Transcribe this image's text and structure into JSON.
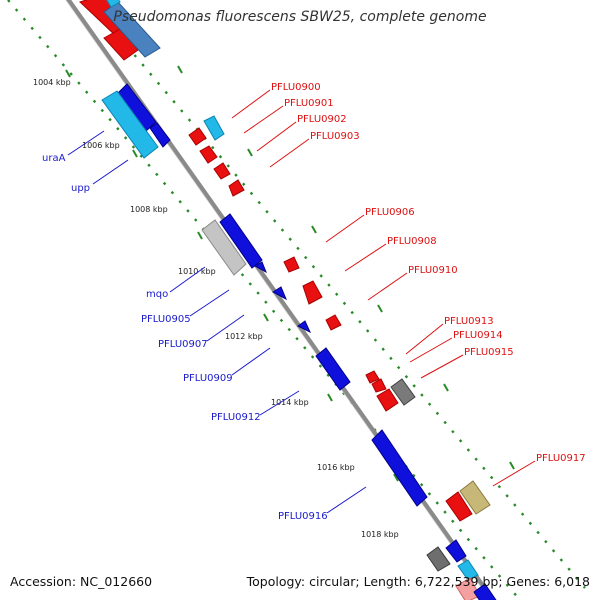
{
  "title": "Pseudomonas fluorescens SBW25, complete genome",
  "accession": "Accession: NC_012660",
  "topology": "Topology: circular; Length: 6,722,539 bp; Genes: 6,018",
  "colors": {
    "backbone": "#8c8c8c",
    "plus_strand_label": "#dd1111",
    "minus_strand_label": "#1a1acc",
    "gc_dots": "#2a8a2a",
    "tick": "#2a8a2a"
  },
  "ruler": [
    {
      "label": "1004 kbp"
    },
    {
      "label": "1006 kbp"
    },
    {
      "label": "1008 kbp"
    },
    {
      "label": "1010 kbp"
    },
    {
      "label": "1012 kbp"
    },
    {
      "label": "1014 kbp"
    },
    {
      "label": "1016 kbp"
    },
    {
      "label": "1018 kbp"
    }
  ],
  "plus_strand_genes": [
    {
      "label": "PFLU0900"
    },
    {
      "label": "PFLU0901"
    },
    {
      "label": "PFLU0902"
    },
    {
      "label": "PFLU0903"
    },
    {
      "label": "PFLU0906"
    },
    {
      "label": "PFLU0908"
    },
    {
      "label": "PFLU0910"
    },
    {
      "label": "PFLU0913"
    },
    {
      "label": "PFLU0914"
    },
    {
      "label": "PFLU0915"
    },
    {
      "label": "PFLU0917"
    }
  ],
  "minus_strand_genes": [
    {
      "label": "uraA"
    },
    {
      "label": "upp"
    },
    {
      "label": "mqo"
    },
    {
      "label": "PFLU0905"
    },
    {
      "label": "PFLU0907"
    },
    {
      "label": "PFLU0909"
    },
    {
      "label": "PFLU0912"
    },
    {
      "label": "PFLU0916"
    }
  ]
}
